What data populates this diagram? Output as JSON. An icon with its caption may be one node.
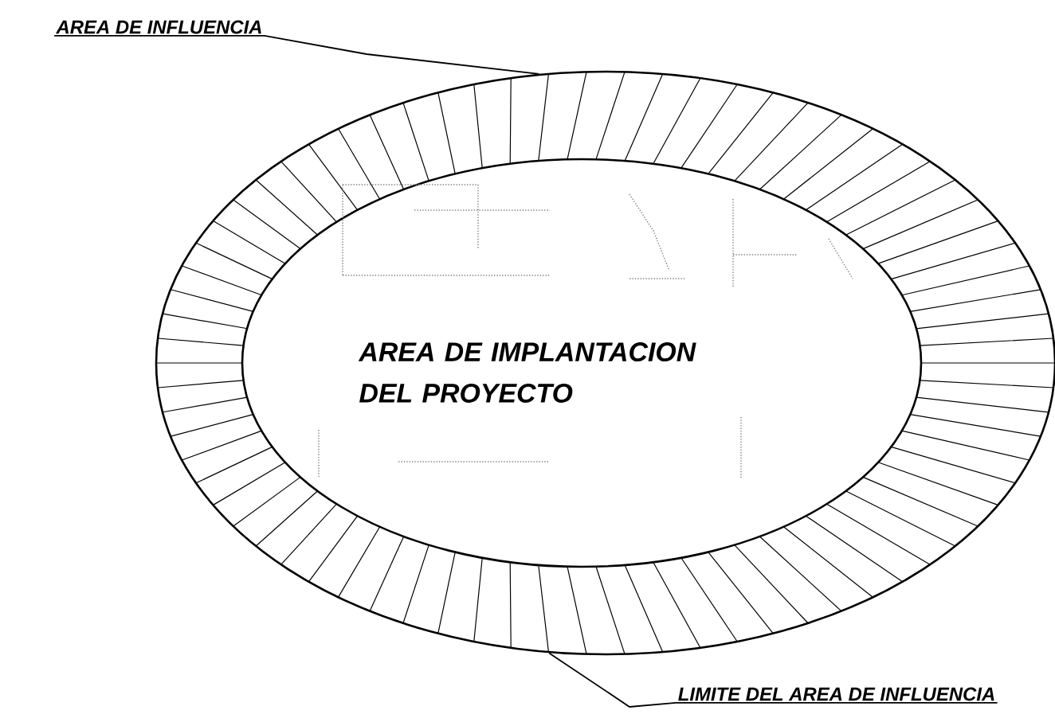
{
  "diagram": {
    "nodes": [
      {
        "text": [
          "AREA DE INFLUENCIA"
        ]
      },
      {
        "text": [],
        "shape": "ellipse"
      },
      {
        "text": [
          "AREA DE IMPLANTACION DEL PROYECTO"
        ],
        "in": 1
      },
      {
        "text": [
          "LIMITE DEL AREA DE INFLUENCIA"
        ]
      }
    ],
    "edges": [
      {
        "from": 0,
        "to": 1,
        "arrow": "none"
      },
      {
        "from": 3,
        "to": 1,
        "arrow": "none"
      }
    ]
  }
}
